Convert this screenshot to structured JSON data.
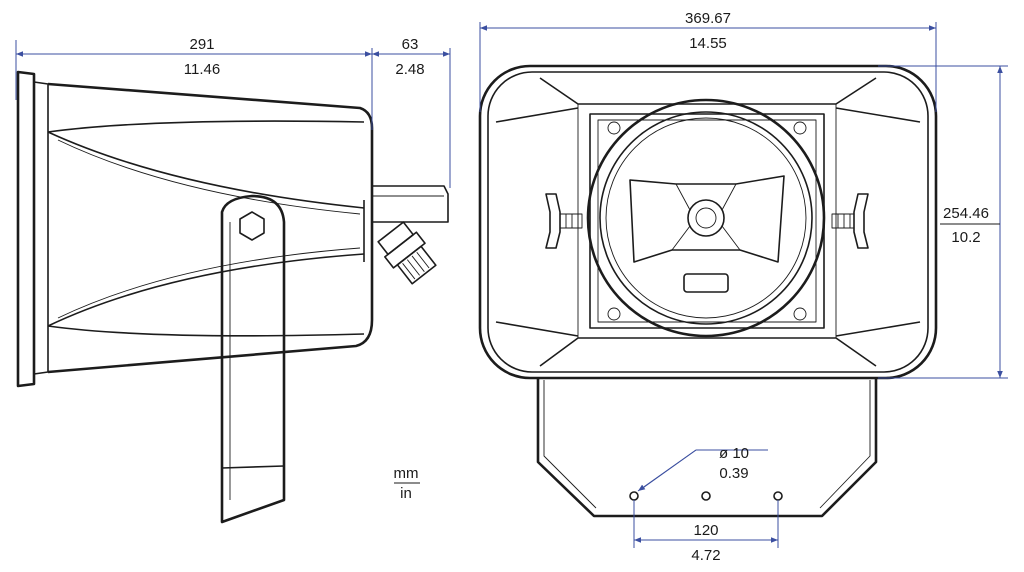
{
  "dimensions": {
    "side_depth": {
      "mm": "291",
      "in": "11.46"
    },
    "bracket_depth": {
      "mm": "63",
      "in": "2.48"
    },
    "overall_width": {
      "mm": "369.67",
      "in": "14.55"
    },
    "overall_height": {
      "mm": "254.46",
      "in": "10.2"
    },
    "hole_diameter": {
      "mm": "ø 10",
      "in": "0.39"
    },
    "hole_spacing": {
      "mm": "120",
      "in": "4.72"
    }
  },
  "units": {
    "top": "mm",
    "bottom": "in"
  },
  "colors": {
    "dimension_line": "#3b4fa0",
    "outline": "#1c1c1c"
  }
}
